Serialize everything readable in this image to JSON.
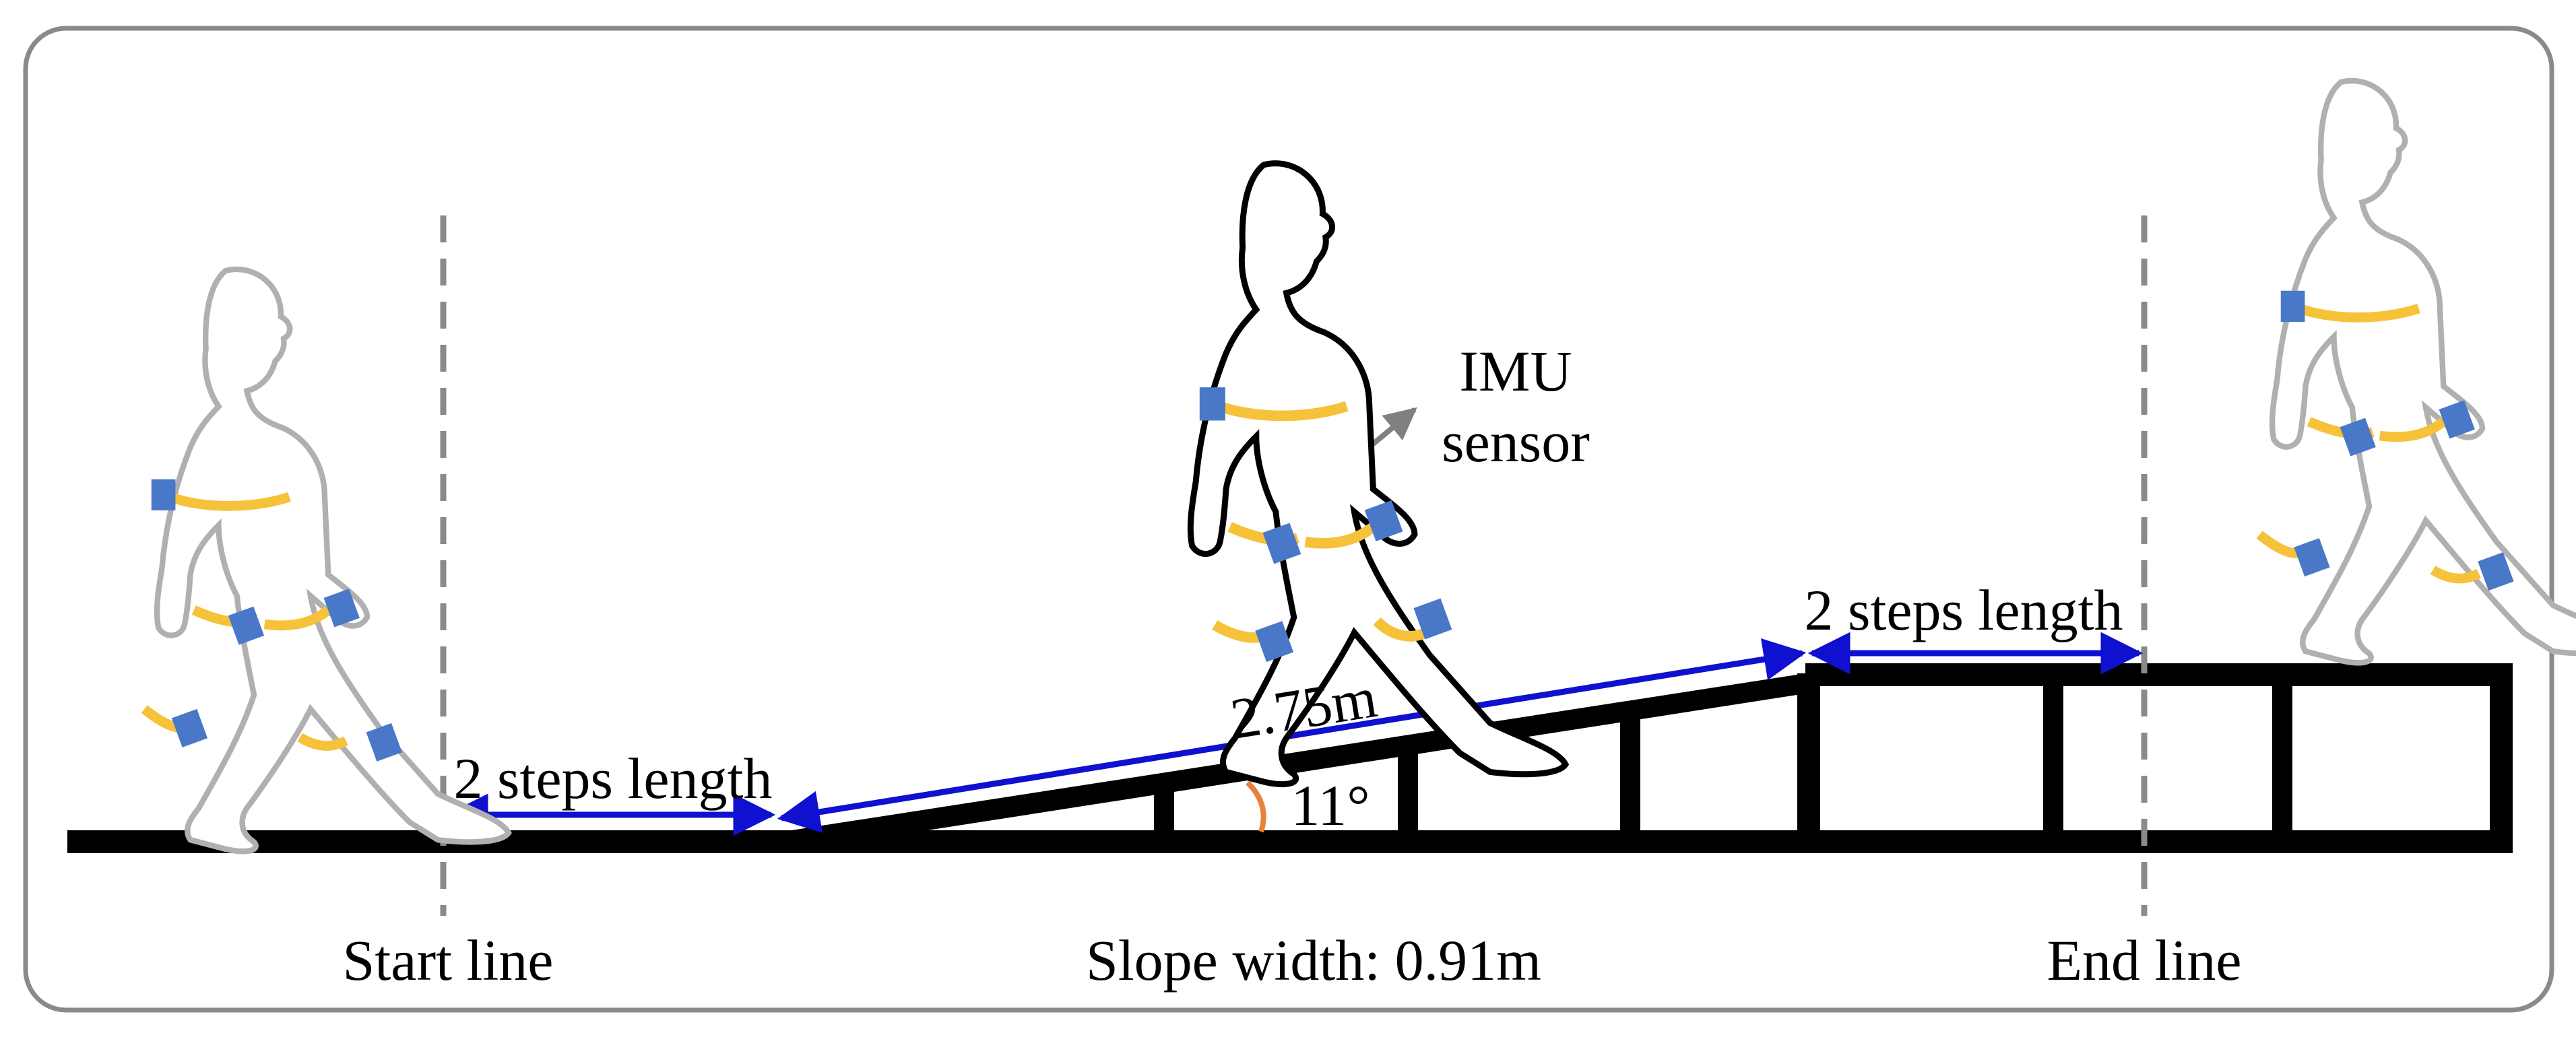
{
  "labels": {
    "start_line": "Start line",
    "end_line": "End line",
    "slope_width": "Slope width: 0.91m",
    "steps_left": "2 steps length",
    "steps_right": "2 steps length",
    "slope_length": "2.75m",
    "angle": "11°",
    "imu_line1": "IMU",
    "imu_line2": "sensor"
  },
  "colors": {
    "frame": "#8a8a8a",
    "structure": "#000000",
    "dimension": "#1010d0",
    "dashed": "#8a8a8a",
    "belt": "#f6c23a",
    "sensor": "#4a78c8",
    "angle_arc": "#e8823a",
    "pointer": "#808080",
    "walker_ghost": "#b0b0b0",
    "walker_main": "#000000"
  },
  "icons": {
    "walkers": [
      "walking-person-icon",
      "walking-person-icon",
      "walking-person-icon"
    ],
    "sensor": "imu-sensor-icon"
  }
}
